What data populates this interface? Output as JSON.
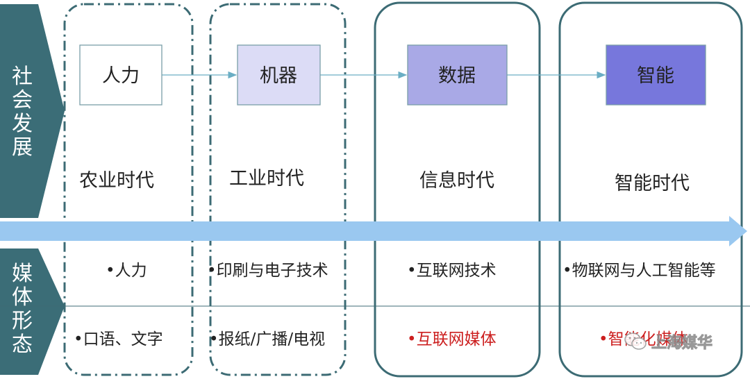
{
  "side_labels": {
    "society": [
      "社",
      "会",
      "发",
      "展"
    ],
    "media": [
      "媒",
      "体",
      "形",
      "态"
    ]
  },
  "drivers": [
    "人力",
    "机器",
    "数据",
    "智能"
  ],
  "eras": [
    "农业时代",
    "工业时代",
    "信息时代",
    "智能时代"
  ],
  "tech_row": [
    "•人力",
    "•印刷与电子技术",
    "•互联网技术",
    "•物联网与人工智能等"
  ],
  "media_row": [
    "•口语、文字",
    "•报纸/广播/电视",
    "•互联网媒体",
    "•智能化媒体"
  ],
  "watermark": "上海媒华",
  "colors": {
    "sidebar": "#3b6d77",
    "frame": "#3c6b74",
    "timeline_arrow": "#9ac8f0",
    "box1": "#ffffff",
    "box2": "#dcdcf6",
    "box3": "#a9a9e6",
    "box4": "#7777dc",
    "highlight": "#cc1f1f"
  }
}
